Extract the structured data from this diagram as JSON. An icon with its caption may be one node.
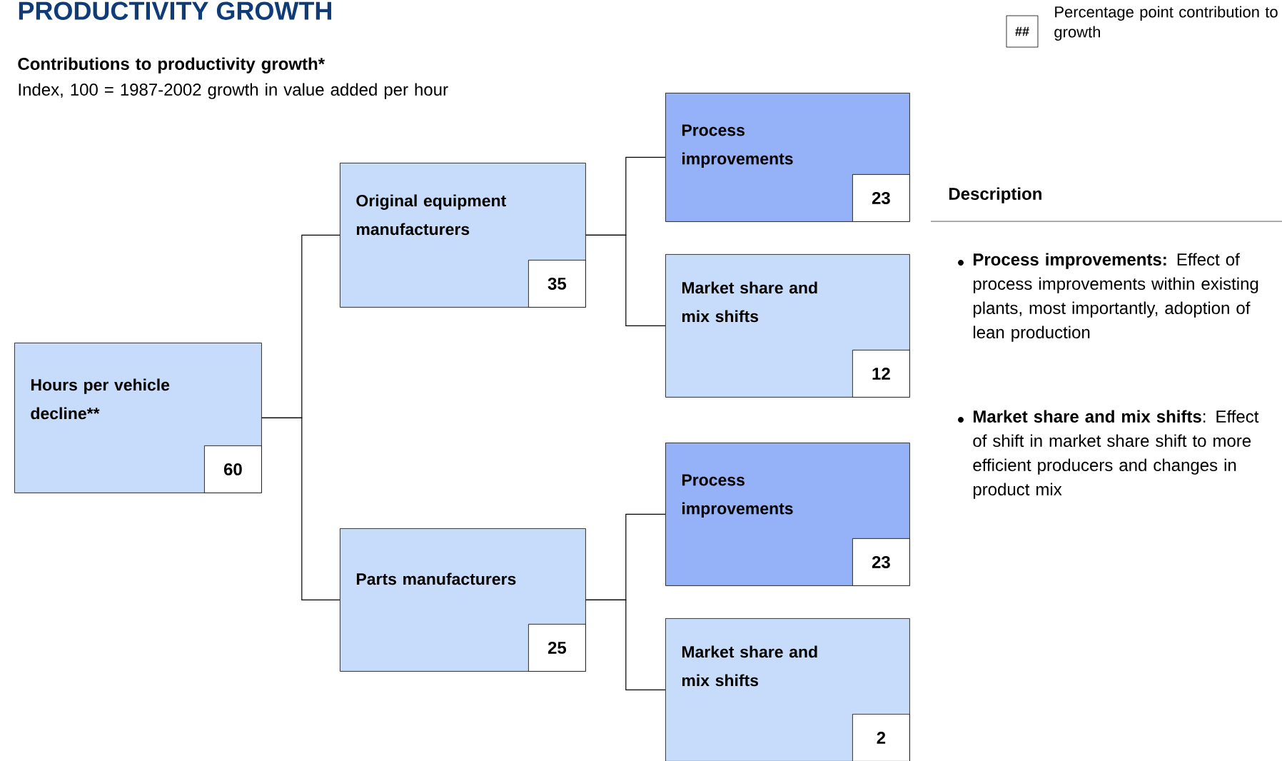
{
  "diagram": {
    "title": "PRODUCTIVITY GROWTH",
    "nodes": [
      {
        "text": [
          "Hours per vehicle decline**"
        ]
      },
      {
        "text": [
          "60"
        ],
        "in": 0
      },
      {
        "text": [
          "Original equipment manufacturers"
        ]
      },
      {
        "text": [
          "35"
        ],
        "in": 2
      },
      {
        "text": [
          "Process improvements"
        ]
      },
      {
        "text": [
          "23"
        ],
        "in": 4
      },
      {
        "text": [
          "Market share and mix shifts"
        ]
      },
      {
        "text": [
          "12"
        ],
        "in": 6
      },
      {
        "text": [
          "Parts manufacturers"
        ]
      },
      {
        "text": [
          "25"
        ],
        "in": 8
      },
      {
        "text": [
          "Process improvements"
        ]
      },
      {
        "text": [
          "23"
        ],
        "in": 10
      },
      {
        "text": [
          "Market share and mix shifts"
        ]
      },
      {
        "text": [
          "2"
        ],
        "in": 12
      }
    ],
    "edges": [
      {
        "from": 0,
        "to": 2,
        "arrow": "none"
      },
      {
        "from": 0,
        "to": 8,
        "arrow": "none"
      },
      {
        "from": 2,
        "to": 4,
        "arrow": "none"
      },
      {
        "from": 2,
        "to": 6,
        "arrow": "none"
      },
      {
        "from": 8,
        "to": 10,
        "arrow": "none"
      },
      {
        "from": 8,
        "to": 12,
        "arrow": "none"
      }
    ],
    "labels": [
      "Contributions to productivity growth*",
      "Index, 100 = 1987-2002 growth in value added per hour",
      "##",
      "Description",
      "**Process improvements:** Effect of process improvements within existing plants, most importantly, adoption of lean production",
      "**Market share and mix shifts**: Effect of shift in market share shift to more efficient producers and changes in product mix"
    ],
    "legend": [
      {
        "text": "Percentage point contribution to growth"
      }
    ]
  }
}
